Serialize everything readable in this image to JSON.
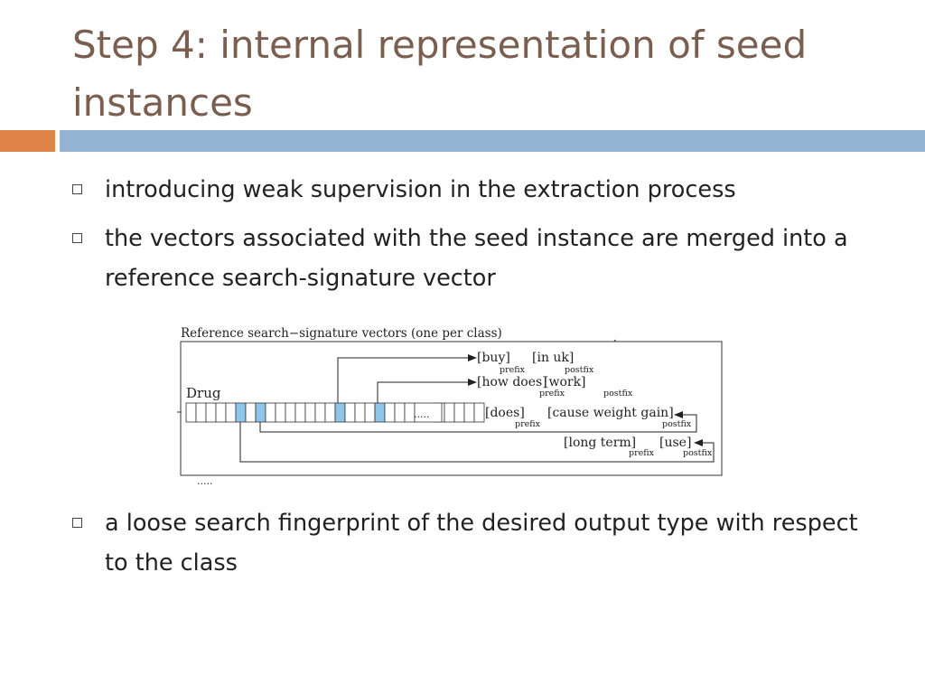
{
  "slide": {
    "title": "Step 4: internal representation of seed instances",
    "bullets": [
      "introducing weak supervision in the extraction process",
      "the vectors associated with the seed instance are merged into a reference search-signature vector",
      "a loose search fingerprint of the desired output type with respect to the class"
    ]
  },
  "diagram": {
    "caption": "Reference search−signature vectors (one per class)",
    "class_label": "Drug",
    "ellipsis_inner": ".....",
    "ellipsis_below": ".....",
    "highlight_color": "#8ec5e8",
    "rows": [
      {
        "prefix_term": "[buy]",
        "prefix_tag": "prefix",
        "postfix_term": "[in uk]",
        "postfix_tag": "postfix"
      },
      {
        "prefix_term": "[how does]",
        "prefix_tag": "prefix",
        "postfix_term": "[work]",
        "postfix_tag": "postfix"
      },
      {
        "prefix_term": "[does]",
        "prefix_tag": "prefix",
        "postfix_term": "[cause weight gain]",
        "postfix_tag": "postfix"
      },
      {
        "prefix_term": "[long term]",
        "prefix_tag": "prefix",
        "postfix_term": "[use]",
        "postfix_tag": "postfix"
      }
    ]
  }
}
